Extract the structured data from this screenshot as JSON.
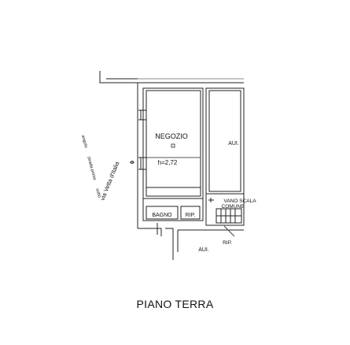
{
  "plan": {
    "title": "PIANO TERRA",
    "rooms": {
      "negozio": "NEGOZIO",
      "negozio_height": "h=2,72",
      "aul_right": "AUI.",
      "aul_bottom": "AUI.",
      "bagno": "BAGNO",
      "rip_small": "RIP.",
      "rip_bottom": "RIP.",
      "vano_scala": "VANO SCALA",
      "comune": "COMUNE"
    },
    "street": {
      "line1": "via Vetta d'Italia",
      "line2": "angolo",
      "line3": "strada prima",
      "line4": "sotto"
    }
  }
}
